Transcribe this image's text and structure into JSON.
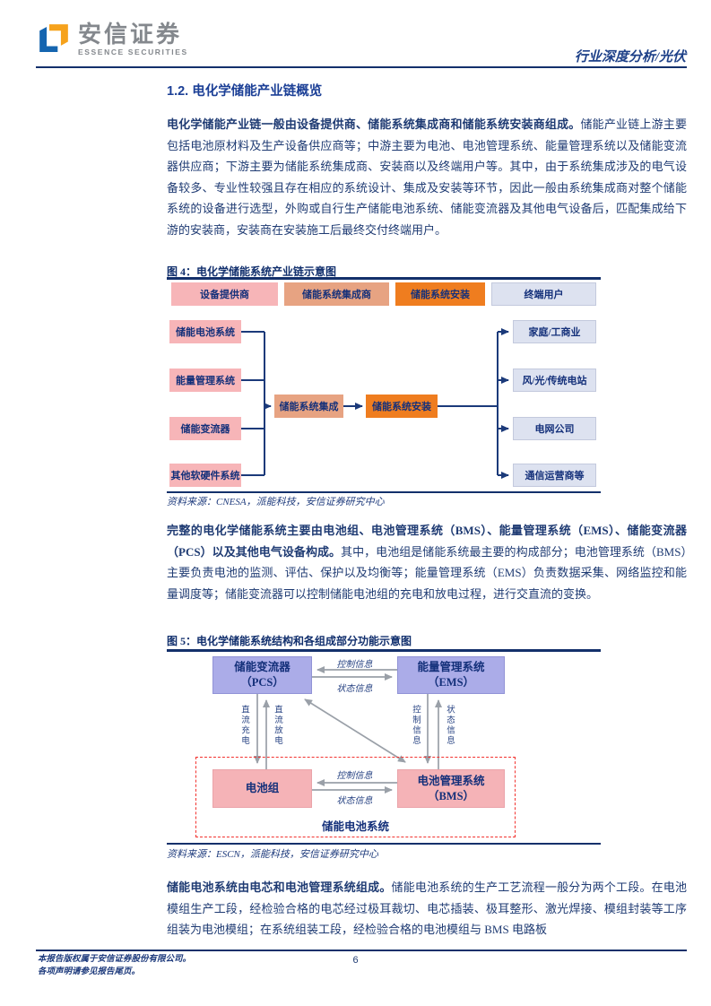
{
  "header": {
    "brand_cn": "安信证券",
    "brand_en": "ESSENCE SECURITIES",
    "doc_type": "行业深度分析/光伏"
  },
  "section": {
    "heading": "1.2. 电化学储能产业链概览"
  },
  "para1": {
    "lead": "电化学储能产业链一般由设备提供商、储能系统集成商和储能系统安装商组成。",
    "body": "储能产业链上游主要包括电池原材料及生产设备供应商等；中游主要为电池、电池管理系统、能量管理系统以及储能变流器供应商；下游主要为储能系统集成商、安装商以及终端用户等。其中，由于系统集成涉及的电气设备较多、专业性较强且存在相应的系统设计、集成及安装等环节，因此一般由系统集成商对整个储能系统的设备进行选型，外购或自行生产储能电池系统、储能变流器及其他电气设备后，匹配集成给下游的安装商，安装商在安装施工后最终交付终端用户。"
  },
  "para2": {
    "lead": "完整的电化学储能系统主要由电池组、电池管理系统（BMS）、能量管理系统（EMS）、储能变流器（PCS）以及其他电气设备构成。",
    "body": "其中，电池组是储能系统最主要的构成部分；电池管理系统（BMS）主要负责电池的监测、评估、保护以及均衡等；能量管理系统（EMS）负责数据采集、网络监控和能量调度等；储能变流器可以控制储能电池组的充电和放电过程，进行交直流的变换。"
  },
  "para3": {
    "lead": "储能电池系统由电芯和电池管理系统组成。",
    "body": "储能电池系统的生产工艺流程一般分为两个工段。在电池模组生产工段，经检验合格的电芯经过极耳裁切、电芯插装、极耳整形、激光焊接、模组封装等工序组装为电池模组；在系统组装工段，经检验合格的电池模组与 BMS 电路板"
  },
  "figure4": {
    "title": "图 4：电化学储能系统产业链示意图",
    "source": "资料来源：CNESA，派能科技，安信证券研究中心",
    "header_row": [
      "设备提供商",
      "储能系统集成商",
      "储能系统安装",
      "终端用户"
    ],
    "suppliers": [
      "储能电池系统",
      "能量管理系统",
      "储能变流器",
      "其他软硬件系统"
    ],
    "integration": "储能系统集成",
    "installation": "储能系统安装",
    "end_users": [
      "家庭/工商业",
      "风/光/传统电站",
      "电网公司",
      "通信运营商等"
    ]
  },
  "figure5": {
    "title": "图 5：电化学储能系统结构和各组成部分功能示意图",
    "source": "资料来源：ESCN，派能科技，安信证券研究中心",
    "pcs": {
      "name": "储能变流器",
      "abbr": "（PCS）"
    },
    "ems": {
      "name": "能量管理系统",
      "abbr": "（EMS）"
    },
    "battery": {
      "name": "电池组"
    },
    "bms": {
      "name": "电池管理系统",
      "abbr": "（BMS）"
    },
    "labels": {
      "control": "控制信息",
      "status": "状态信息",
      "dc_charge": "直流充电",
      "dc_discharge": "直流放电",
      "battery_system": "储能电池系统"
    }
  },
  "footer": {
    "line1": "本报告版权属于安信证券股份有限公司。",
    "line2": "各项声明请参见报告尾页。"
  },
  "page": {
    "number": "6"
  },
  "colors": {
    "navy_text": "#1f3b73",
    "heading_blue": "#1b3f96",
    "rule_navy": "#13306b",
    "pink": "#f7b5b8",
    "salmon": "#e7a382",
    "orange": "#ef7d1f",
    "light_blue": "#dde2f0",
    "lavender": "#abace8",
    "dashed_red": "#f2322e",
    "arrow_gray": "#9aa0a8",
    "logo_blue": "#1565b0",
    "logo_orange": "#f6a21c",
    "brand_gray": "#84888d"
  }
}
